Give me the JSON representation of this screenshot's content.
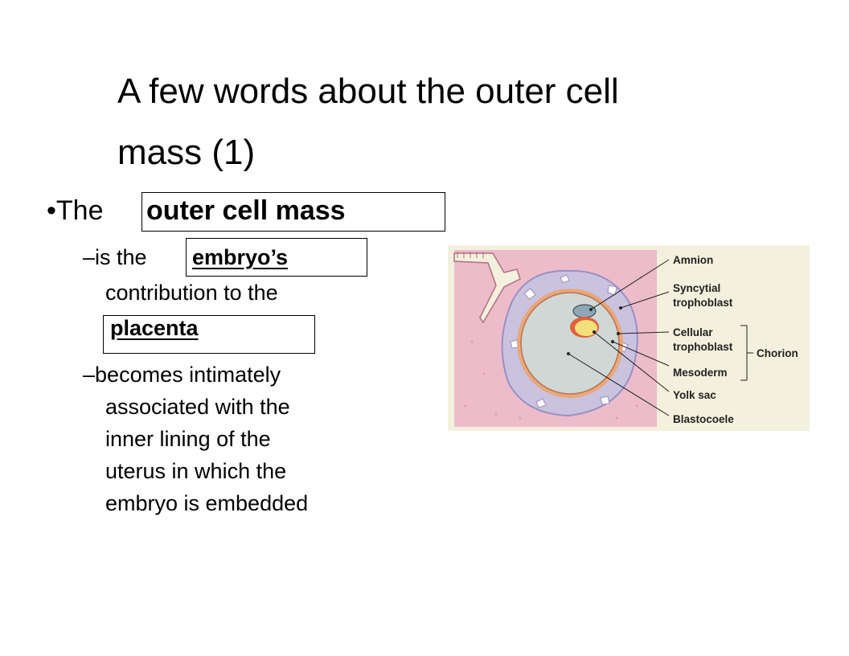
{
  "slide": {
    "title_line1": "A few words about the outer cell",
    "title_line2": "mass (1)",
    "bullet": {
      "marker": "•",
      "lead": "The",
      "term": "outer cell mass"
    },
    "sub1": {
      "dash": "–",
      "prefix": "is the",
      "term": "embryo’s",
      "line2": "contribution to the",
      "term2": "placenta"
    },
    "sub2": {
      "dash": "–",
      "line1": "becomes intimately",
      "line2": "associated with the",
      "line3": "inner lining of the",
      "line4": "uterus in which the",
      "line5": "embryo is embedded"
    }
  },
  "figure": {
    "labels": {
      "amnion": "Amnion",
      "syncytial1": "Syncytial",
      "syncytial2": "trophoblast",
      "cellular1": "Cellular",
      "cellular2": "trophoblast",
      "chorion": "Chorion",
      "mesoderm": "Mesoderm",
      "yolk_sac": "Yolk sac",
      "blastocoele": "Blastocoele"
    },
    "colors": {
      "background": "#f3f0dd",
      "uterus": "#ecbccb",
      "syncytial": "#c9c3e0",
      "blastocoele": "#cfd8d4",
      "cellular": "#e8a87a",
      "yolk": "#f4e07a"
    }
  }
}
